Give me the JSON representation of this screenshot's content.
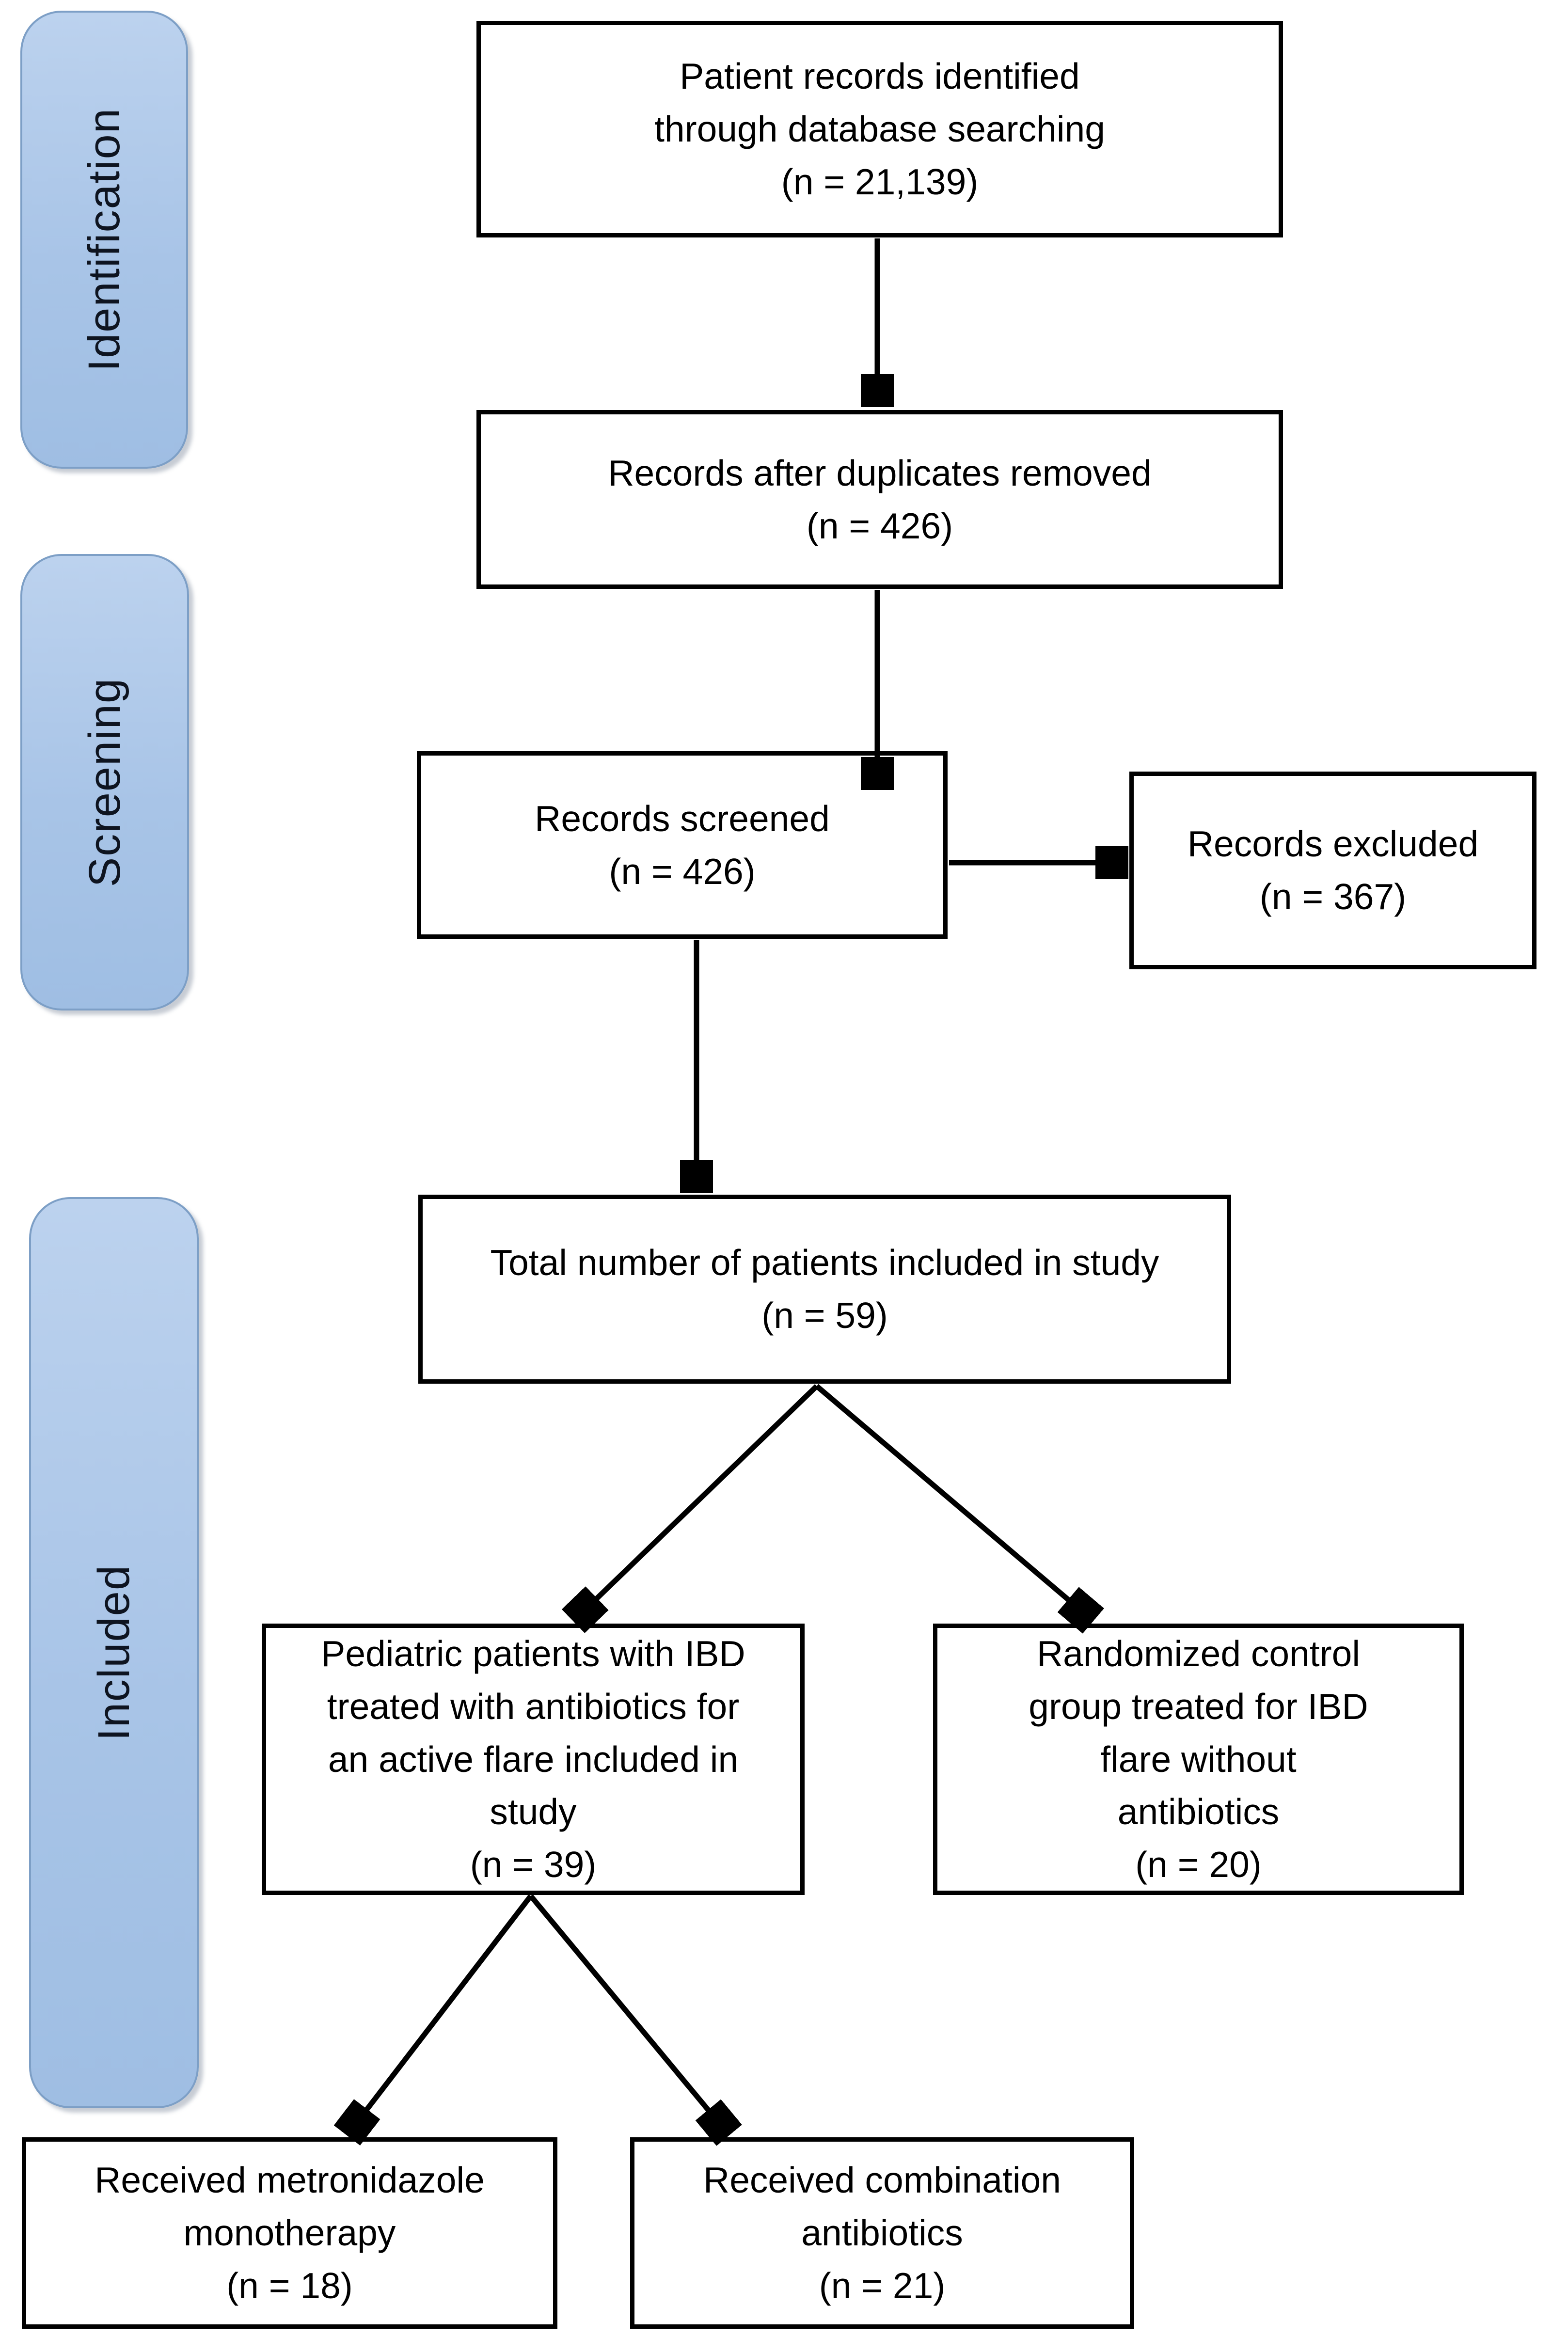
{
  "stages": [
    {
      "id": "identification",
      "label": "Identification"
    },
    {
      "id": "screening",
      "label": "Screening"
    },
    {
      "id": "included",
      "label": "Included"
    }
  ],
  "nodes": [
    {
      "id": "records-identified",
      "label": "Patient records identified\nthrough database searching\n(n = 21,139)",
      "n": "21,139"
    },
    {
      "id": "duplicates-removed",
      "label": "Records after duplicates removed\n(n = 426)",
      "n": "426"
    },
    {
      "id": "records-screened",
      "label": "Records screened\n(n = 426)",
      "n": "426"
    },
    {
      "id": "records-excluded",
      "label": "Records excluded\n(n = 367)",
      "n": "367"
    },
    {
      "id": "total-included",
      "label": "Total number of patients included in study\n(n = 59)",
      "n": "59"
    },
    {
      "id": "antibiotic-group",
      "label": "Pediatric patients with IBD\ntreated with antibiotics for\nan active flare included in\nstudy\n(n = 39)",
      "n": "39"
    },
    {
      "id": "control-group",
      "label": "Randomized control\ngroup treated for IBD\nflare without\nantibiotics\n(n = 20)",
      "n": "20"
    },
    {
      "id": "metronidazole-group",
      "label": "Received metronidazole\nmonotherapy\n(n = 18)",
      "n": "18"
    },
    {
      "id": "combination-group",
      "label": "Received combination\nantibiotics\n(n = 21)",
      "n": "21"
    }
  ],
  "colors": {
    "stage_fill_top": "#bcd2ee",
    "stage_fill_bottom": "#9fbee3",
    "stage_border": "#7d9fc6",
    "stage_text": "#0e1420",
    "node_fill": "#ffffff",
    "node_border": "#000000",
    "node_text": "#000000",
    "arrow": "#000000",
    "background": "#ffffff"
  }
}
